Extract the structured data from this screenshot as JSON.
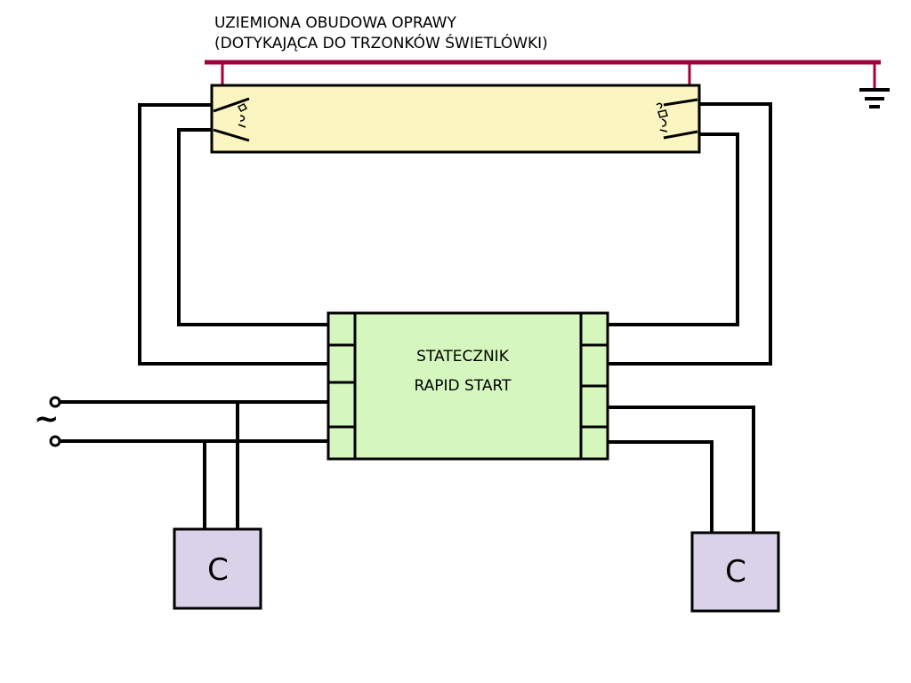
{
  "labels": {
    "housing_line1": "UZIEMIONA OBUDOWA OPRAWY",
    "housing_line2": "(DOTYKAJĄCA DO TRZONKÓW ŚWIETLÓWKI)",
    "ballast_line1": "STATECZNIK",
    "ballast_line2": "RAPID START",
    "capacitor_left": "C",
    "capacitor_right": "C",
    "ac_symbol": "~"
  },
  "icons": {
    "ground": "ground-symbol-icon",
    "lamp_pin_left": "lamp-filament-left-icon",
    "lamp_pin_right": "lamp-filament-right-icon"
  },
  "colors": {
    "wire": "#000000",
    "ground_bus": "#a0003c",
    "tube_fill": "#fbf5c2",
    "ballast_fill": "#d5f7be",
    "capacitor_fill": "#dad2e8"
  }
}
